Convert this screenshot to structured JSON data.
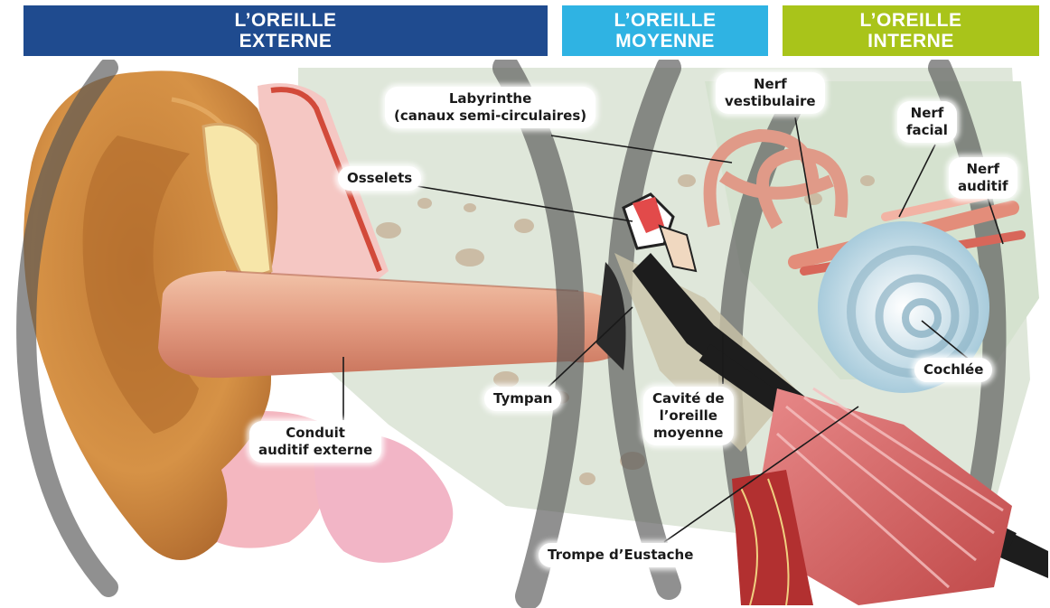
{
  "headers": {
    "externe": {
      "line1": "L’OREILLE",
      "line2": "EXTERNE",
      "color": "#1f4b8f"
    },
    "moyenne": {
      "line1": "L’OREILLE",
      "line2": "MOYENNE",
      "color": "#2fb3e3"
    },
    "interne": {
      "line1": "L’OREILLE",
      "line2": "INTERNE",
      "color": "#a9c41a"
    }
  },
  "labels": {
    "labyrinthe": {
      "line1": "Labyrinthe",
      "line2": "(canaux semi-circulaires)"
    },
    "nerf_vestibulaire": {
      "line1": "Nerf",
      "line2": "vestibulaire"
    },
    "nerf_facial": {
      "line1": "Nerf",
      "line2": "facial"
    },
    "nerf_auditif": {
      "line1": "Nerf",
      "line2": "auditif"
    },
    "osselets": {
      "line1": "Osselets"
    },
    "cochlee": {
      "line1": "Cochlée"
    },
    "tympan": {
      "line1": "Tympan"
    },
    "cavite": {
      "line1": "Cavité de",
      "line2": "l’oreille",
      "line3": "moyenne"
    },
    "conduit": {
      "line1": "Conduit",
      "line2": "auditif externe"
    },
    "trompe": {
      "line1": "Trompe d’Eustache"
    }
  }
}
